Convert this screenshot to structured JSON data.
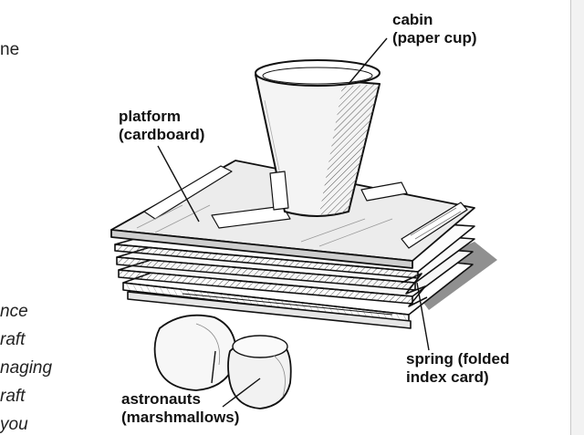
{
  "side_text": {
    "top": "ne",
    "lines": [
      "nce",
      "raft",
      "naging",
      "raft",
      "you"
    ]
  },
  "labels": {
    "cabin": {
      "line1": "cabin",
      "line2": "(paper cup)"
    },
    "platform": {
      "line1": "platform",
      "line2": "(cardboard)"
    },
    "spring": {
      "line1": "spring (folded",
      "line2": "index card)"
    },
    "astronauts": {
      "line1": "astronauts",
      "line2": "(marshmallows)"
    }
  },
  "icons": {
    "cup": "paper-cup-icon",
    "platform": "cardboard-platform-icon",
    "marshmallow": "marshmallow-icon"
  },
  "colors": {
    "ink": "#111111",
    "cup_fill": "#f4f4f4",
    "cardboard": "#e9e9e9",
    "shadow": "#9a9a9a",
    "page_edge": "#f2f2f2"
  }
}
